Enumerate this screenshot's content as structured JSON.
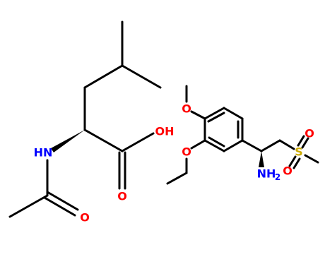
{
  "colors": {
    "background": "#ffffff",
    "bond": "#000000",
    "oxygen": "#ff0000",
    "nitrogen": "#0000ff",
    "sulfur": "#ccaa00"
  },
  "molecule_1": {
    "atoms": {
      "nh": "HN",
      "oh": "OH",
      "acid_carbonyl_o": "O",
      "amide_carbonyl_o": "O"
    }
  },
  "molecule_2": {
    "atoms": {
      "methoxy_o": "O",
      "ethoxy_o": "O",
      "amine_n": "NH",
      "amine_subscript": "2",
      "sulfur": "S",
      "sulfonyl_o_top": "O",
      "sulfonyl_o_bottom": "O"
    }
  }
}
